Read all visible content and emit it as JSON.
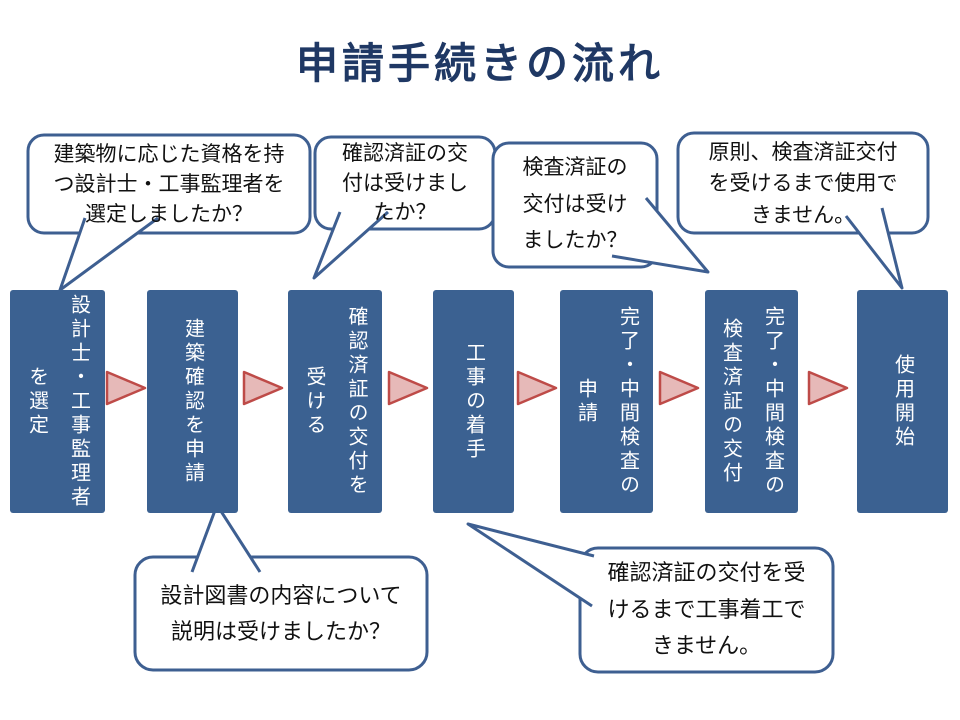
{
  "page": {
    "title": "申請手続きの流れ"
  },
  "palette": {
    "title_color": "#1F3864",
    "box_fill": "#3B6191",
    "box_text": "#FFFFFF",
    "callout_border": "#3E5F91",
    "callout_fill": "#FFFFFF",
    "arrow_fill": "#E6B9B8",
    "arrow_border": "#BE4B48"
  },
  "flow": {
    "boxes": [
      {
        "text": "設計士・工事監理者\nを選定"
      },
      {
        "text": "建築確認を申請"
      },
      {
        "text": "確認済証の交付を\n受ける"
      },
      {
        "text": "工事の着手"
      },
      {
        "text": "完了・中間検査の\n申請"
      },
      {
        "text": "完了・中間検査の\n検査済証の交付"
      },
      {
        "text": "使用開始"
      }
    ]
  },
  "callouts": {
    "top": [
      {
        "text": "建築物に応じた資格を持\nつ設計士・工事監理者を\n選定しましたか？"
      },
      {
        "text": "確認済証の交\n付は受けまし\nたか？"
      },
      {
        "text": "検査済証の\n交付は受け\nましたか？"
      },
      {
        "text": "原則、検査済証交付\nを受けるまで使用で\nきません。"
      }
    ],
    "bottom": [
      {
        "text": "設計図書の内容について\n説明は受けましたか？"
      },
      {
        "text": "確認済証の交付を受\nけるまで工事着工で\nきません。"
      }
    ]
  }
}
